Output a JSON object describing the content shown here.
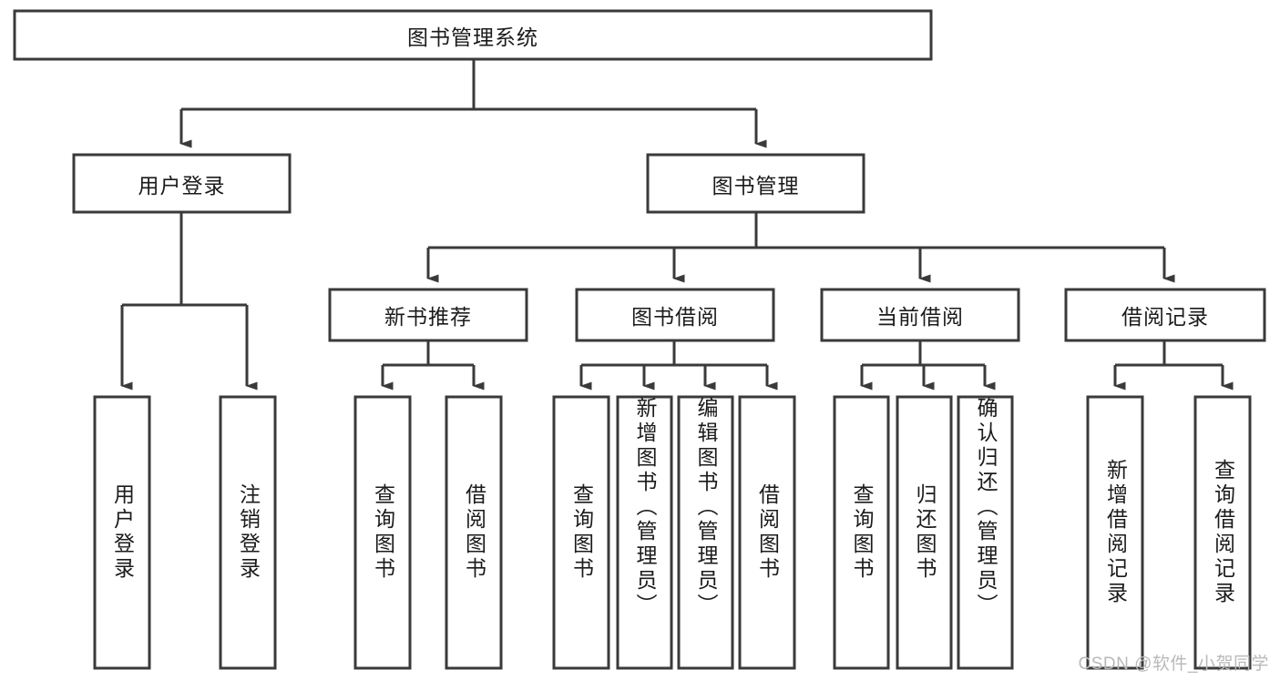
{
  "diagram": {
    "type": "tree-hierarchy",
    "root": {
      "id": "root",
      "label": "图书管理系统"
    },
    "level2": [
      {
        "id": "user-login",
        "label": "用户登录"
      },
      {
        "id": "book-manage",
        "label": "图书管理"
      }
    ],
    "level3": [
      {
        "id": "new-book-recommend",
        "label": "新书推荐"
      },
      {
        "id": "book-borrow",
        "label": "图书借阅"
      },
      {
        "id": "current-borrow",
        "label": "当前借阅"
      },
      {
        "id": "borrow-record",
        "label": "借阅记录"
      }
    ],
    "leaves": {
      "user_login": [
        {
          "id": "leaf-user-login",
          "label": "用户登录"
        },
        {
          "id": "leaf-logout-login",
          "label": "注销登录"
        }
      ],
      "new_book_recommend": [
        {
          "id": "leaf-query-book-1",
          "label": "查询图书"
        },
        {
          "id": "leaf-borrow-book-1",
          "label": "借阅图书"
        }
      ],
      "book_borrow": [
        {
          "id": "leaf-query-book-2",
          "label": "查询图书"
        },
        {
          "id": "leaf-add-book",
          "label": "新增图书（管理员）"
        },
        {
          "id": "leaf-edit-book",
          "label": "编辑图书（管理员）"
        },
        {
          "id": "leaf-borrow-book-2",
          "label": "借阅图书"
        }
      ],
      "current_borrow": [
        {
          "id": "leaf-query-book-3",
          "label": "查询图书"
        },
        {
          "id": "leaf-return-book",
          "label": "归还图书"
        },
        {
          "id": "leaf-confirm-return",
          "label": "确认归还（管理员）"
        }
      ],
      "borrow_record": [
        {
          "id": "leaf-add-record",
          "label": "新增借阅记录"
        },
        {
          "id": "leaf-query-record",
          "label": "查询借阅记录"
        }
      ]
    }
  },
  "watermark": {
    "text": "CSDN @软件_小贺同学"
  },
  "colors": {
    "stroke": "#3a3a3a",
    "fill": "#ffffff",
    "text": "#1b1b1b",
    "watermark": "#b9b9b9"
  }
}
